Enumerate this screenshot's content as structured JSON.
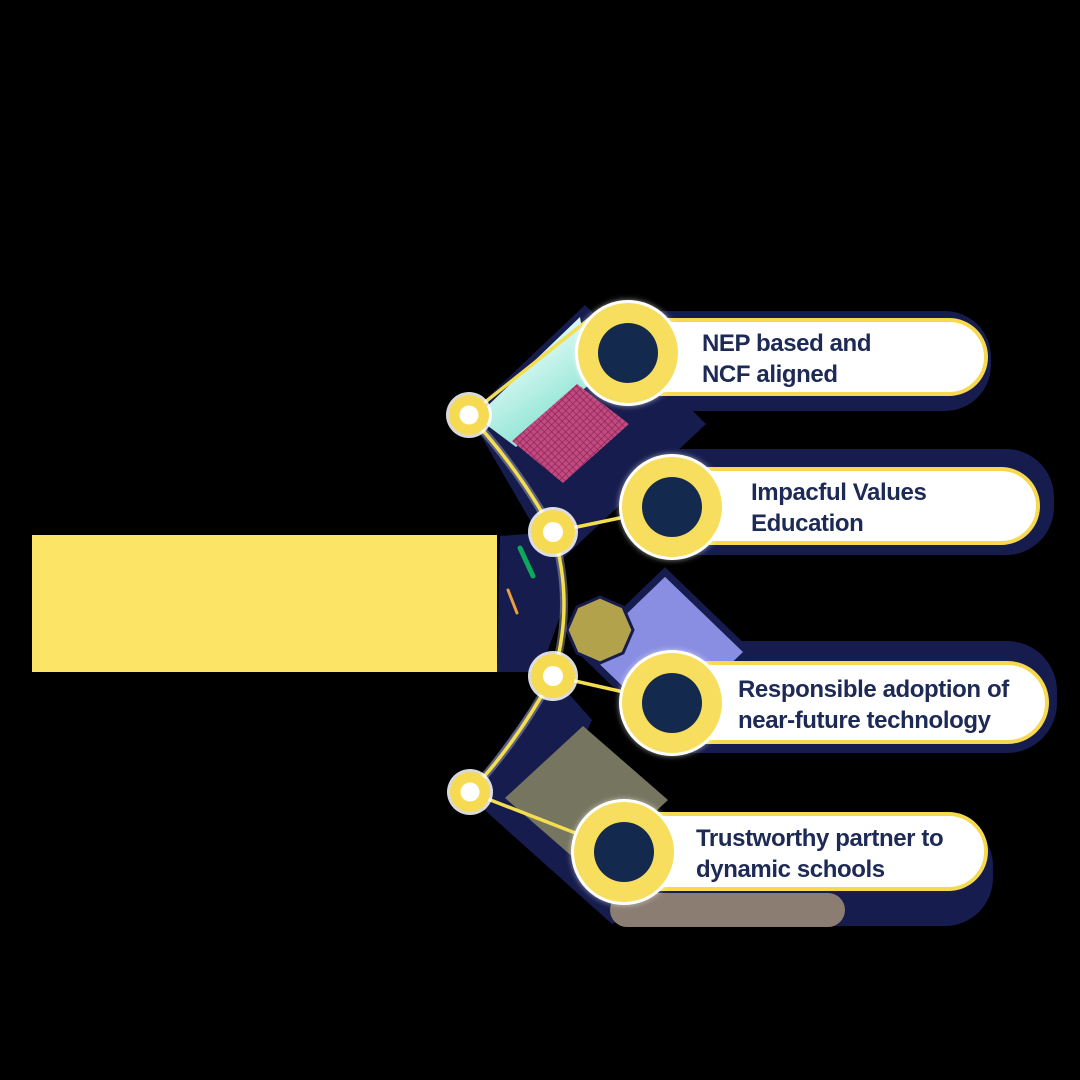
{
  "infographic": {
    "pills": [
      {
        "line1": "NEP based and",
        "line2": "NCF aligned"
      },
      {
        "line1": "Impacful Values",
        "line2": "Education"
      },
      {
        "line1": "Responsible adoption of",
        "line2": "near-future technology"
      },
      {
        "line1": "Trustworthy partner to",
        "line2": "dynamic schools"
      }
    ]
  },
  "colors": {
    "background": "#000000",
    "yellow_block": "#FCE467",
    "pill_fill": "#FFFFFF",
    "pill_border": "#F6D94F",
    "pill_text": "#1E2A56",
    "circle_yellow": "#F8DE5F",
    "circle_navy": "#14294E",
    "node_yellow": "#F6DB52",
    "connector_yellow": "#F2DE4E",
    "navy_shape": "#161C4E",
    "cyan_light": "#F2FFFD",
    "cyan": "#7FE0CE",
    "magenta": "#C14B80",
    "magenta_dark": "#8E2257",
    "periwinkle": "#8A8EE2",
    "khaki": "#B2A24C",
    "olive_gray": "#76755F",
    "taupe": "#8B7D72",
    "green_accent": "#0CA95C",
    "orange_accent": "#E8A13C"
  }
}
